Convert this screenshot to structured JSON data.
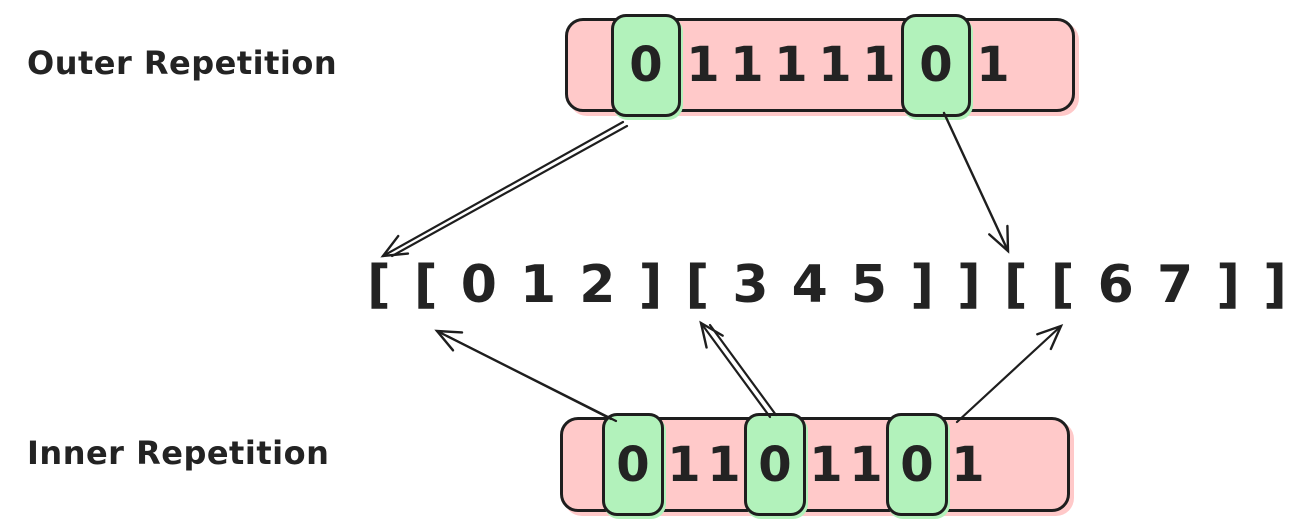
{
  "palette": {
    "bar_fill": "#ffc9c9",
    "highlight_fill": "#b2f2bb",
    "stroke": "#1e1e1e",
    "background": "#ffffff"
  },
  "outer": {
    "label": "Outer Repetition",
    "bits": [
      {
        "v": "0",
        "hl": true
      },
      {
        "v": "1",
        "hl": false
      },
      {
        "v": "1",
        "hl": false
      },
      {
        "v": "1",
        "hl": false
      },
      {
        "v": "1",
        "hl": false
      },
      {
        "v": "1",
        "hl": false
      },
      {
        "v": "0",
        "hl": true
      },
      {
        "v": "1",
        "hl": false
      }
    ]
  },
  "inner": {
    "label": "Inner Repetition",
    "bits": [
      {
        "v": "0",
        "hl": true
      },
      {
        "v": "1",
        "hl": false
      },
      {
        "v": "1",
        "hl": false
      },
      {
        "v": "0",
        "hl": true
      },
      {
        "v": "1",
        "hl": false
      },
      {
        "v": "1",
        "hl": false
      },
      {
        "v": "0",
        "hl": true
      },
      {
        "v": "1",
        "hl": false
      }
    ]
  },
  "sequence": {
    "text": "[ [ 0 1 2 ] [ 3 4 5 ] ] [ [ 6 7 ] ]"
  },
  "arrows": [
    {
      "from": "outer-highlighted-bit-0",
      "to": "first-outer-group-open-bracket"
    },
    {
      "from": "outer-highlighted-bit-6",
      "to": "second-outer-group-open-bracket"
    },
    {
      "from": "inner-highlighted-bit-0",
      "to": "inner-group-012-open-bracket"
    },
    {
      "from": "inner-highlighted-bit-3",
      "to": "inner-group-345-open-bracket"
    },
    {
      "from": "inner-highlighted-bit-6",
      "to": "inner-group-67-open-bracket"
    }
  ]
}
